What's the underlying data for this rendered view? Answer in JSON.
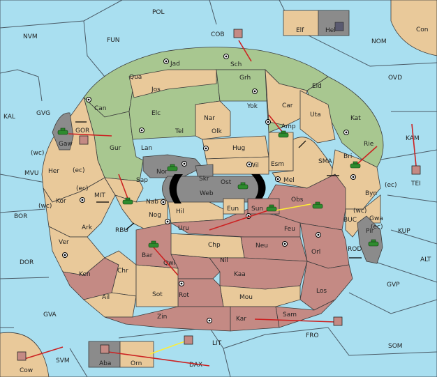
{
  "colors": {
    "sea": "#a9dff0",
    "tan": "#e9c99a",
    "green": "#a8c790",
    "red": "#c48a84",
    "gray": "#8b8b8b",
    "order_red": "#cc2222",
    "order_yellow": "#ffee33"
  },
  "sea_labels": [
    "POL",
    "NVM",
    "FUN",
    "COB",
    "NOM",
    "Con",
    "OVD",
    "KAL",
    "GVG",
    "GOR",
    "KAM",
    "SMA",
    "MVU",
    "TEI",
    "MIT",
    "BOR",
    "RBU",
    "BUC",
    "KUP",
    "ALT",
    "ROD",
    "DOR",
    "GVP",
    "GVA",
    "FRO",
    "SOM",
    "LIT",
    "SVM",
    "DAX"
  ],
  "land_labels": [
    "Elf",
    "Hel",
    "Jad",
    "Sch",
    "Qua",
    "Jos",
    "Grh",
    "Eld",
    "Can",
    "Yok",
    "Car",
    "Elc",
    "Nar",
    "Uta",
    "Kat",
    "Amp",
    "Tel",
    "Olk",
    "Gaw",
    "Gur",
    "Lan",
    "Hug",
    "Bri",
    "Rie",
    "(wc)",
    "Her",
    "(ec)",
    "Nor",
    "Skr",
    "Wil",
    "Esm",
    "Sap",
    "Ost",
    "Web",
    "Mel",
    "Byn",
    "(ec)",
    "Kor",
    "(ec)",
    "Nab",
    "Obs",
    "(wc)",
    "(wc)",
    "Hil",
    "Eun",
    "Sun",
    "Gwa",
    "(ec)",
    "Ark",
    "Nog",
    "Uru",
    "Feu",
    "Pir",
    "Ver",
    "Chp",
    "Neu",
    "Bar",
    "Orl",
    "Qwi",
    "Nil",
    "Ken",
    "Chr",
    "Kaa",
    "Ail",
    "Sot",
    "Rot",
    "Mou",
    "Los",
    "Zin",
    "Kar",
    "Sam",
    "Cow",
    "Aba",
    "Orn"
  ]
}
